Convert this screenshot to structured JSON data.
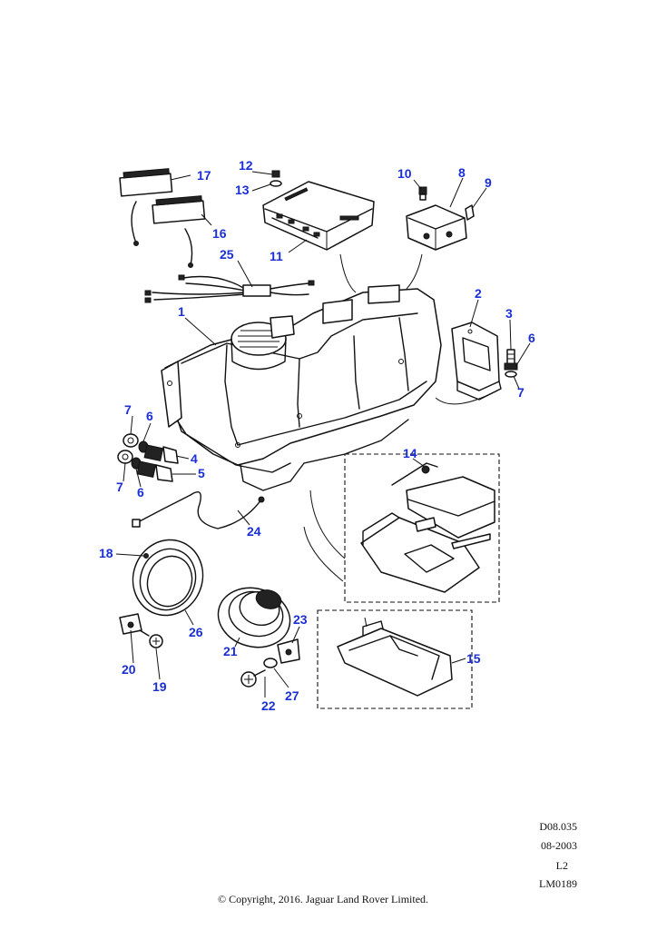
{
  "diagram": {
    "callouts": [
      {
        "id": "c1",
        "label": "1"
      },
      {
        "id": "c2",
        "label": "2"
      },
      {
        "id": "c3",
        "label": "3"
      },
      {
        "id": "c4",
        "label": "4"
      },
      {
        "id": "c5",
        "label": "5"
      },
      {
        "id": "c6a",
        "label": "6"
      },
      {
        "id": "c6b",
        "label": "6"
      },
      {
        "id": "c6c",
        "label": "6"
      },
      {
        "id": "c7a",
        "label": "7"
      },
      {
        "id": "c7b",
        "label": "7"
      },
      {
        "id": "c7c",
        "label": "7"
      },
      {
        "id": "c8",
        "label": "8"
      },
      {
        "id": "c9",
        "label": "9"
      },
      {
        "id": "c10",
        "label": "10"
      },
      {
        "id": "c11",
        "label": "11"
      },
      {
        "id": "c12",
        "label": "12"
      },
      {
        "id": "c13",
        "label": "13"
      },
      {
        "id": "c14",
        "label": "14"
      },
      {
        "id": "c15",
        "label": "15"
      },
      {
        "id": "c16",
        "label": "16"
      },
      {
        "id": "c17",
        "label": "17"
      },
      {
        "id": "c18",
        "label": "18"
      },
      {
        "id": "c19",
        "label": "19"
      },
      {
        "id": "c20",
        "label": "20"
      },
      {
        "id": "c21",
        "label": "21"
      },
      {
        "id": "c22",
        "label": "22"
      },
      {
        "id": "c23",
        "label": "23"
      },
      {
        "id": "c24",
        "label": "24"
      },
      {
        "id": "c25",
        "label": "25"
      },
      {
        "id": "c26",
        "label": "26"
      },
      {
        "id": "c27",
        "label": "27"
      }
    ]
  },
  "reference": {
    "code": "D08.035",
    "date": "08-2003",
    "level": "L2",
    "image": "LM0189"
  },
  "copyright": "© Copyright, 2016. Jaguar Land Rover Limited.",
  "colors": {
    "callout": "#1a2fd6",
    "line": "#111111",
    "background": "#ffffff"
  }
}
